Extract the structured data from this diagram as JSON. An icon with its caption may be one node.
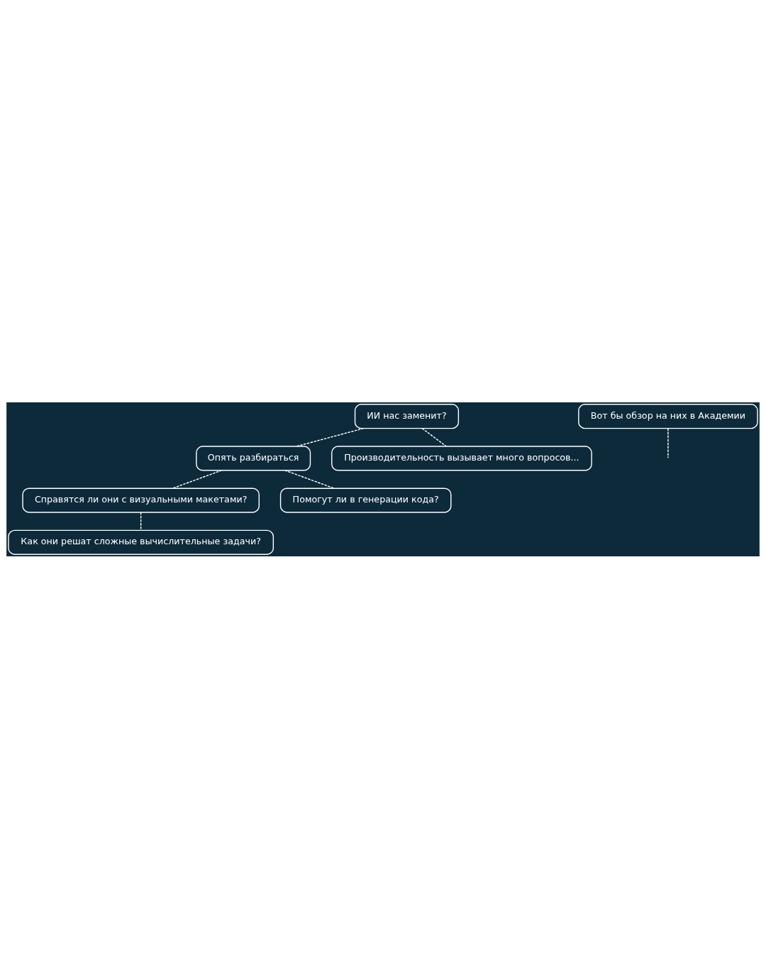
{
  "diagram": {
    "nodes": [
      {
        "text": [
          "ИИ нас заменит?"
        ]
      },
      {
        "text": [
          "Справятся ли они с визуальными макетами?"
        ]
      },
      {
        "text": [
          "Опять разбираться"
        ]
      },
      {
        "text": [
          "Как они решат сложные вычислительные задачи?"
        ]
      },
      {
        "text": [
          "Помогут ли в генерации кода?"
        ]
      },
      {
        "text": [
          "Вот бы обзор на них в Академии"
        ]
      },
      {
        "text": [
          "Производительность вызывает много вопросов..."
        ]
      }
    ],
    "edges": [
      {
        "from": 0,
        "to": 2,
        "arrow": "none",
        "style": "dashed"
      },
      {
        "from": 2,
        "to": 1,
        "arrow": "none",
        "style": "dashed"
      },
      {
        "from": 1,
        "to": 3,
        "arrow": "none",
        "style": "dashed"
      },
      {
        "from": 2,
        "to": 4,
        "arrow": "none",
        "style": "dashed"
      },
      {
        "from": 0,
        "to": 6,
        "arrow": "none",
        "style": "dashed"
      },
      {
        "from": 5,
        "to": null,
        "arrow": "none",
        "style": "dashed"
      }
    ]
  }
}
